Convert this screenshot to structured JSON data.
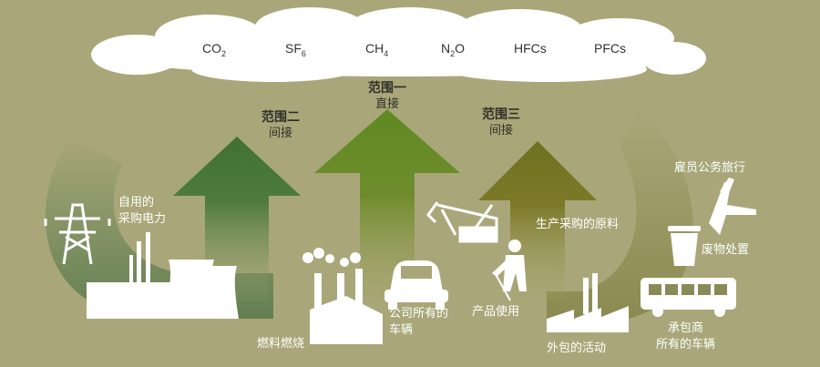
{
  "gases": {
    "co2": {
      "main": "CO",
      "sub": "2"
    },
    "sf6": {
      "main": "SF",
      "sub": "6"
    },
    "ch4": {
      "main": "CH",
      "sub": "4"
    },
    "n2o": {
      "pre": "N",
      "sub": "2",
      "post": "O"
    },
    "hfcs": "HFCs",
    "pfcs": "PFCs"
  },
  "scopes": {
    "scope1": {
      "title": "范围一",
      "subtitle": "直接"
    },
    "scope2": {
      "title": "范围二",
      "subtitle": "间接"
    },
    "scope3": {
      "title": "范围三",
      "subtitle": "间接"
    }
  },
  "sources": {
    "purchased_power": [
      "自用的",
      "采购电力"
    ],
    "fuel_combustion": "燃料燃烧",
    "company_vehicles": [
      "公司所有的",
      "车辆"
    ],
    "product_use": "产品使用",
    "raw_materials": "生产采购的原料",
    "outsourced": "外包的活动",
    "business_travel": "雇员公务旅行",
    "waste": "废物处置",
    "contractor_vehicles": [
      "承包商",
      "所有的车辆"
    ]
  },
  "colors": {
    "background": "#a9a779",
    "cloud": "#ffffff",
    "scope1_arrow": "#6a8a2a",
    "scope2_arrow": "#4c7a3c",
    "scope3_arrow": "#7a7a22",
    "text_dark": "#2f2f28",
    "text_light": "#ffffff"
  }
}
